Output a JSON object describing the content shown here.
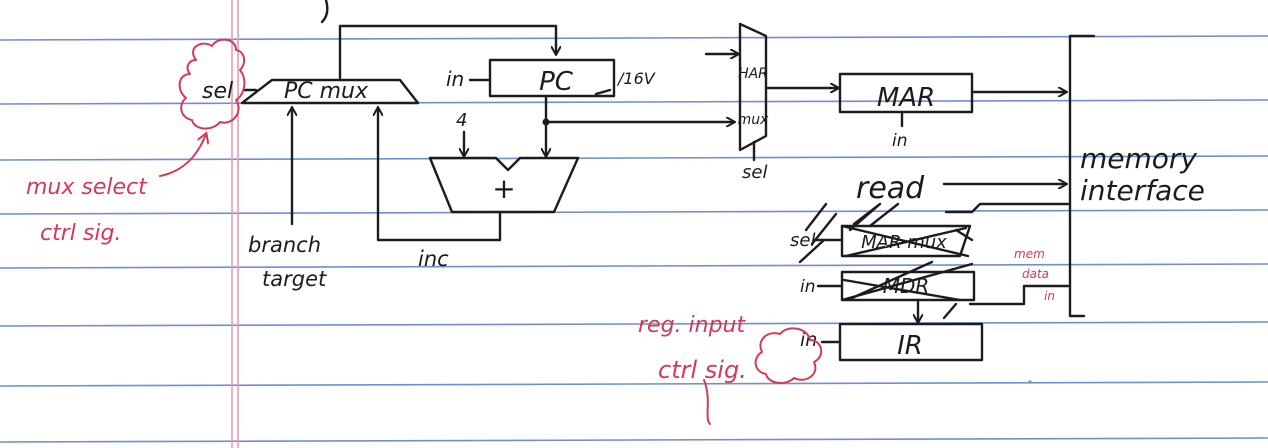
{
  "labels": {
    "pc_mux": "PC mux",
    "pc_mux_sel": "sel",
    "pc": "PC",
    "pc_in": "in",
    "pc_out_scribble": "/16V",
    "const_four": "4",
    "adder": "+",
    "branch_target_line1": "branch",
    "branch_target_line2": "target",
    "inc": "inc",
    "har_mux_line1": "HAR",
    "har_mux_line2": "mux",
    "har_mux_sel": "sel",
    "mar": "MAR",
    "mar_in": "in",
    "read": "read",
    "memory_interface_line1": "memory",
    "memory_interface_line2": "interface",
    "crossed_mux": "MAR mux",
    "crossed_mux_sel": "sel",
    "crossed_mdr": "MDR",
    "crossed_mdr_in": "in",
    "mem_data_line1": "mem",
    "mem_data_line2": "data",
    "mem_data_line3": "in",
    "ir": "IR",
    "ir_in": "in"
  },
  "annotations": {
    "mux_select_line1": "mux select",
    "mux_select_line2": "ctrl sig.",
    "reg_input_line1": "reg. input",
    "reg_input_line2": "ctrl sig."
  },
  "colors": {
    "ink": "#1c1c1c",
    "red_ink": "#d4385a",
    "rule_lines": "#6f8fd0",
    "margin_lines": "#ee9aa8"
  }
}
